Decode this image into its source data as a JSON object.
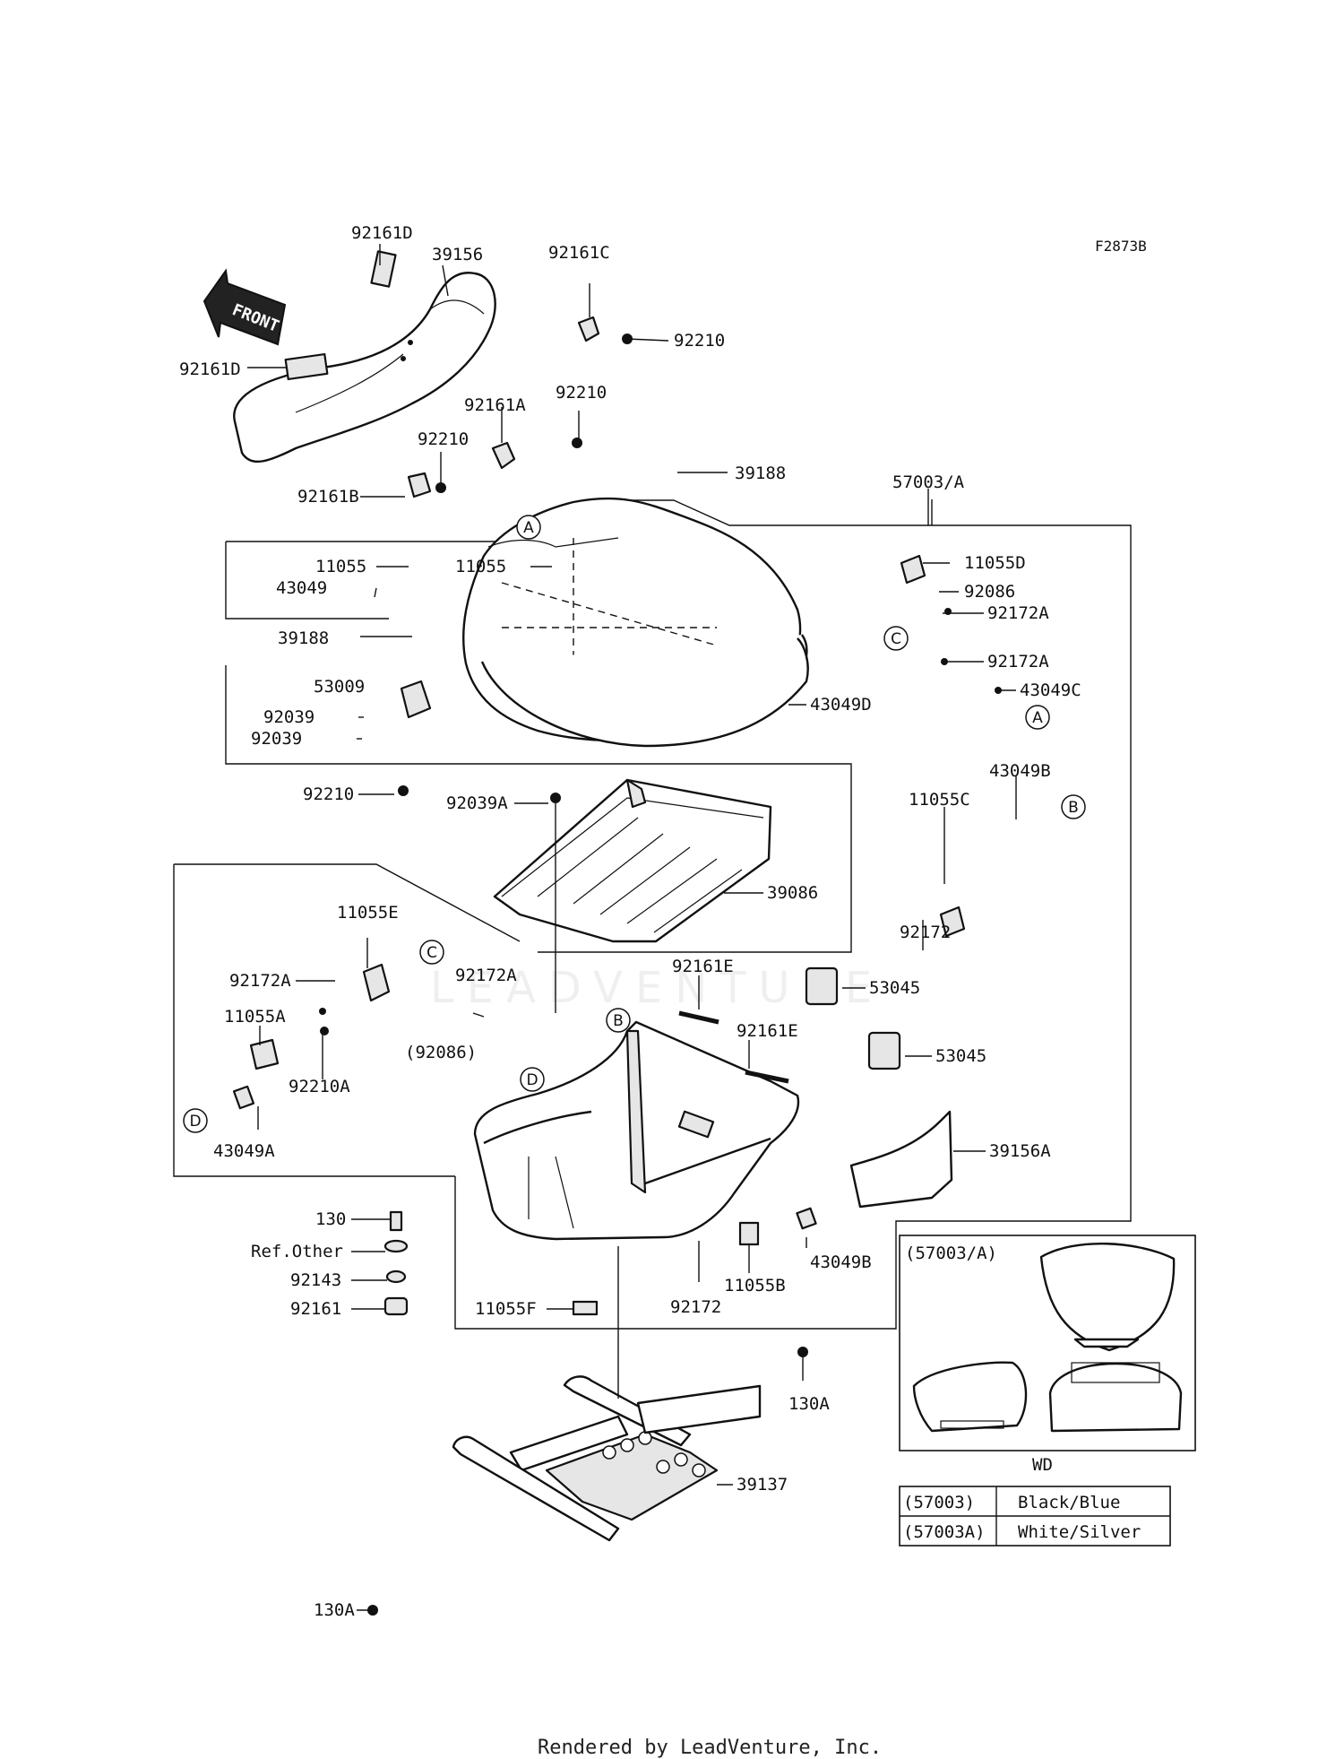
{
  "diagram_code": "F2873B",
  "front_label": "FRONT",
  "watermark": "LEADVENTURE",
  "footer": "Rendered by LeadVenture, Inc.",
  "parts": {
    "p92161D_top": "92161D",
    "p39156": "39156",
    "p92161D_left": "92161D",
    "p92161C": "92161C",
    "p92210_a": "92210",
    "p92161A": "92161A",
    "p92210_b": "92210",
    "p92210_c": "92210",
    "p92161B": "92161B",
    "p39188_top": "39188",
    "p57003A": "57003/A",
    "p11055_left": "11055",
    "p11055_mid": "11055",
    "p43049": "43049",
    "p11055D": "11055D",
    "p92086": "92086",
    "p92172A_r1": "92172A",
    "p39188_left": "39188",
    "p92172A_r2": "92172A",
    "p43049C": "43049C",
    "p53009": "53009",
    "p92039_a": "92039",
    "p92039_b": "92039",
    "p43049D": "43049D",
    "p43049B_top": "43049B",
    "p92210_d": "92210",
    "p92039A": "92039A",
    "p11055C": "11055C",
    "p39086": "39086",
    "p92172_r": "92172",
    "p11055E": "11055E",
    "p92172A_l": "92172A",
    "p92172A_c": "92172A",
    "p92161E_a": "92161E",
    "p53045_a": "53045",
    "p11055A": "11055A",
    "p92086_paren": "(92086)",
    "p92161E_b": "92161E",
    "p53045_b": "53045",
    "p92210A": "92210A",
    "p43049A": "43049A",
    "p39156A": "39156A",
    "p130": "130",
    "pRefOther": "Ref.Other",
    "p92143": "92143",
    "p92161": "92161",
    "p43049B_low": "43049B",
    "p11055B": "11055B",
    "p92172_low": "92172",
    "p11055F": "11055F",
    "p130A_r": "130A",
    "p130A_l": "130A",
    "p39137": "39137"
  },
  "refs": {
    "A": "A",
    "B": "B",
    "C": "C",
    "D": "D"
  },
  "inset": {
    "title": "(57003/A)",
    "model": "WD"
  },
  "color_table": [
    {
      "code": "(57003)",
      "color": "Black/Blue"
    },
    {
      "code": "(57003A)",
      "color": "White/Silver"
    }
  ]
}
